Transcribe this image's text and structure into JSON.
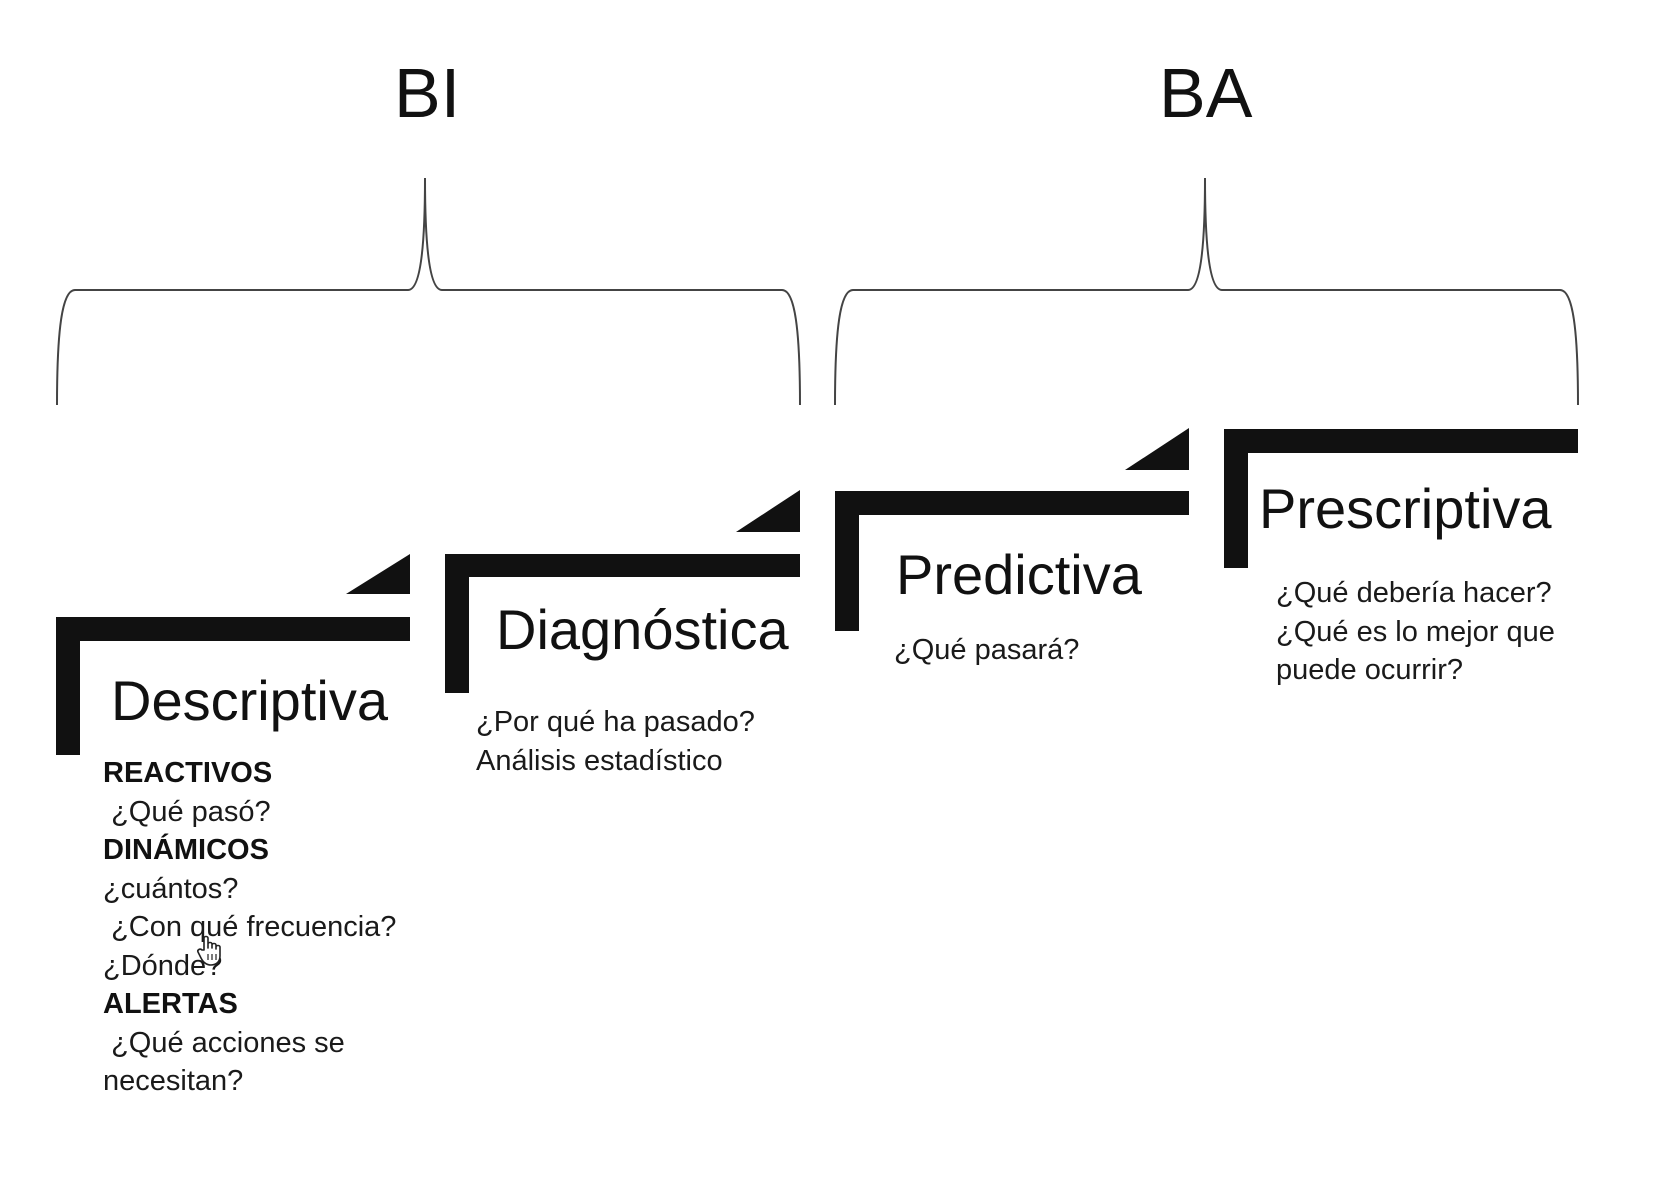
{
  "groups": {
    "bi": {
      "label": "BI"
    },
    "ba": {
      "label": "BA"
    }
  },
  "stages": {
    "descriptiva": {
      "title": "Descriptiva",
      "sections": [
        {
          "heading": "REACTIVOS",
          "text": " ¿Qué pasó?"
        },
        {
          "heading": "DINÁMICOS",
          "text": "¿cuántos?\n ¿Con qué frecuencia? ¿Dónde?"
        },
        {
          "heading": "ALERTAS",
          "text": " ¿Qué acciones se necesitan?"
        }
      ]
    },
    "diagnostica": {
      "title": "Diagnóstica",
      "lines": [
        "¿Por qué ha pasado?",
        "Análisis estadístico"
      ]
    },
    "predictiva": {
      "title": "Predictiva",
      "lines": [
        "¿Qué pasará?"
      ]
    },
    "prescriptiva": {
      "title": "Prescriptiva",
      "lines": [
        "¿Qué debería hacer?",
        "¿Qué es lo mejor que puede ocurrir?"
      ]
    }
  },
  "colors": {
    "ink": "#111111",
    "background": "#ffffff",
    "brace": "#444444"
  },
  "icons": {
    "cursor": "hand-pointer-icon"
  }
}
